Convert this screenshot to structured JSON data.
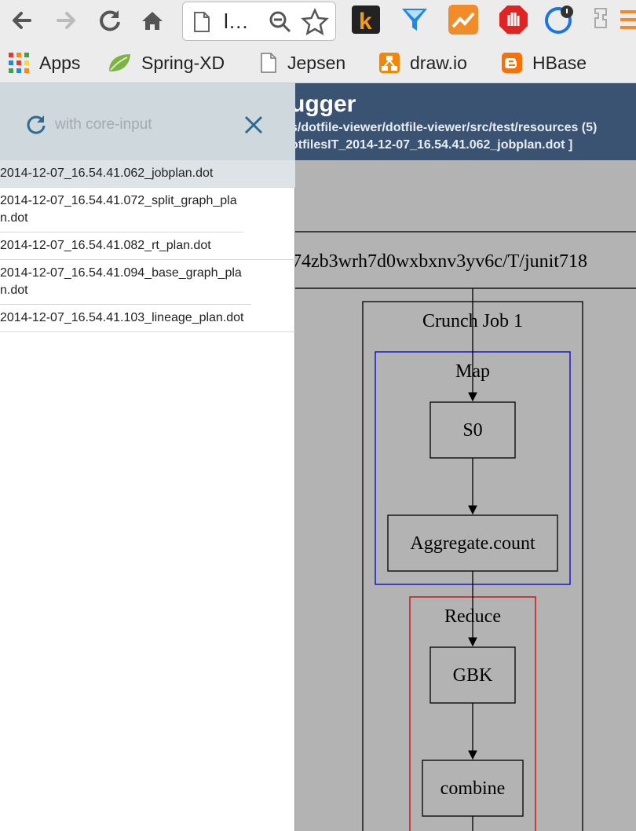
{
  "browser": {
    "tab_text": "l…",
    "bookmarks": [
      {
        "label": "Apps",
        "icon": "apps-grid-icon"
      },
      {
        "label": "Spring-XD",
        "icon": "spring-leaf-icon"
      },
      {
        "label": "Jepsen",
        "icon": "page-icon"
      },
      {
        "label": "draw.io",
        "icon": "drawio-icon"
      },
      {
        "label": "HBase",
        "icon": "blogger-icon"
      }
    ],
    "extensions": [
      "kanbanery-k-icon",
      "funnel-icon",
      "chart-trend-icon",
      "stop-hand-icon",
      "clock-badge-icon",
      "puzzle-icon",
      "menu-icon"
    ]
  },
  "app": {
    "title": "ugger",
    "path": "s/dotfile-viewer/dotfile-viewer/src/test/resources (5)",
    "file": "otfilesIT_2014-12-07_16.54.41.062_jobplan.dot ]"
  },
  "panel": {
    "filter_placeholder": "with core-input",
    "files": [
      {
        "name": "2014-12-07_16.54.41.062_jobplan.dot",
        "selected": true
      },
      {
        "name": "2014-12-07_16.54.41.072_split_graph_plan.dot",
        "selected": false
      },
      {
        "name": "2014-12-07_16.54.41.082_rt_plan.dot",
        "selected": false
      },
      {
        "name": "2014-12-07_16.54.41.094_base_graph_plan.dot",
        "selected": false
      },
      {
        "name": "2014-12-07_16.54.41.103_lineage_plan.dot",
        "selected": false
      }
    ]
  },
  "graph": {
    "source_label": "74zb3wrh7d0wxbxnv3yv6c/T/junit718",
    "job_label": "Crunch Job 1",
    "map_label": "Map",
    "reduce_label": "Reduce",
    "nodes": [
      "S0",
      "Aggregate.count",
      "GBK",
      "combine"
    ],
    "colors": {
      "map_border": "#0000cc",
      "reduce_border": "#cc0000",
      "background": "#b3b3b3"
    }
  }
}
